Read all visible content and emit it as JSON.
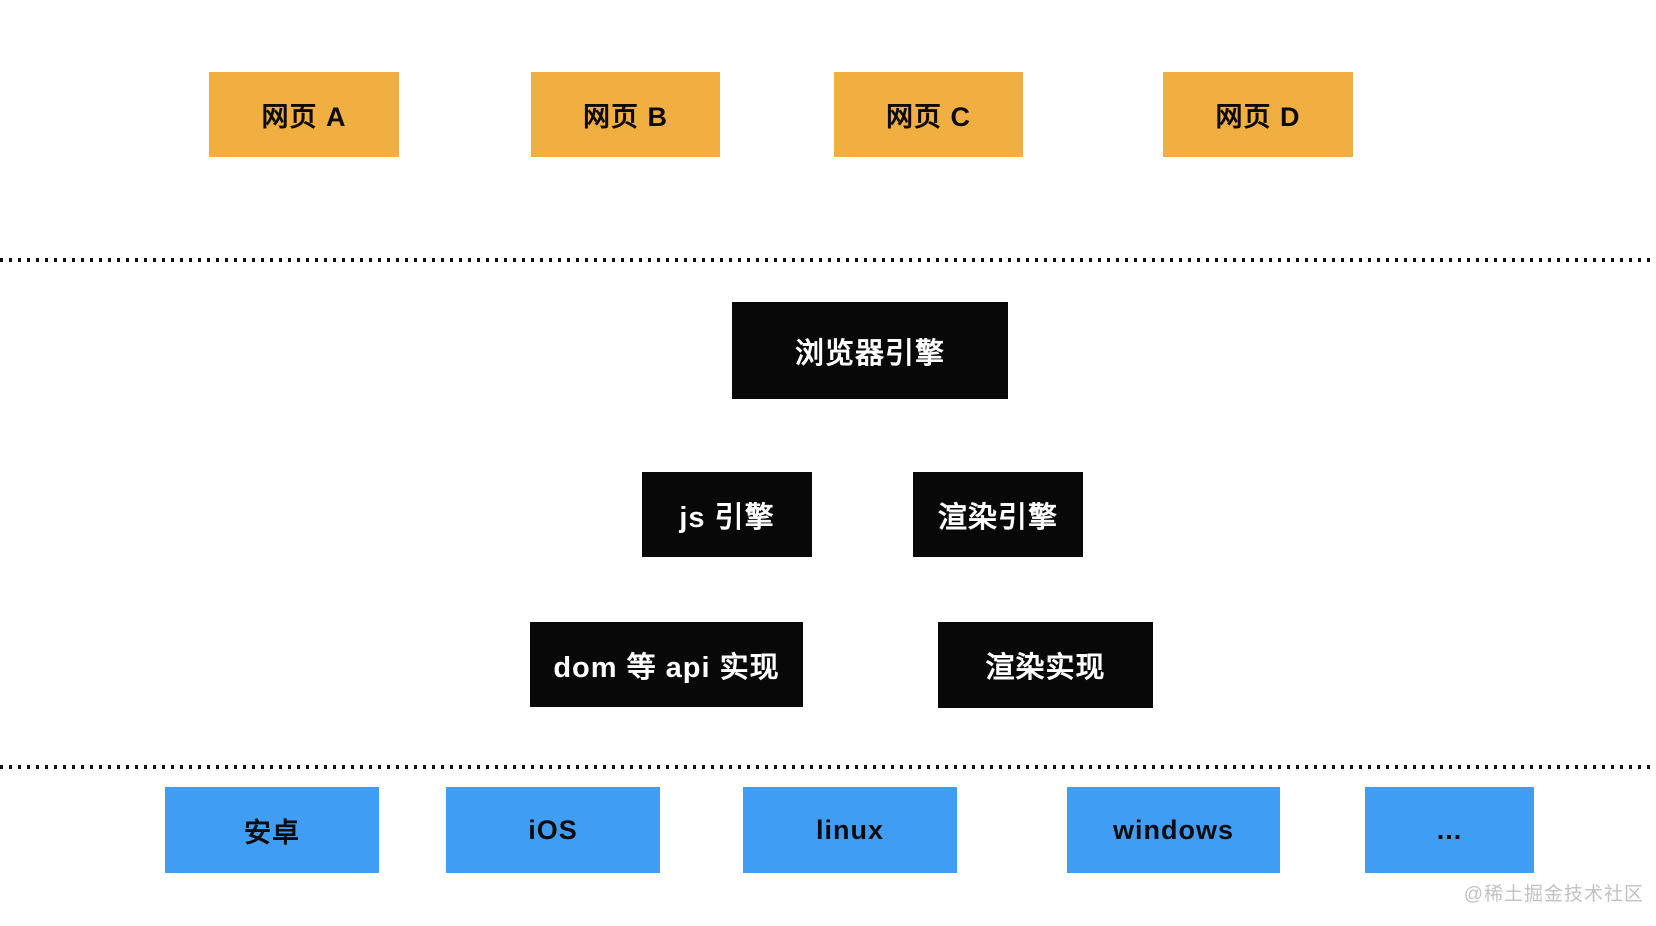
{
  "colors": {
    "background": "#ffffff",
    "webpage_box": "#f1af41",
    "engine_box": "#080808",
    "platform_box": "#3f9ef3",
    "dark_text": "#0b0b0b",
    "light_text": "#ffffff",
    "separator_dots": "#111111",
    "watermark_text": "#c2c2c2"
  },
  "diagram": {
    "webpage_layer": {
      "boxes": [
        {
          "label": "网页 A"
        },
        {
          "label": "网页 B"
        },
        {
          "label": "网页 C"
        },
        {
          "label": "网页 D"
        }
      ]
    },
    "browser_engine_layer": {
      "main": {
        "label": "浏览器引擎"
      },
      "engines": [
        {
          "label": "js 引擎"
        },
        {
          "label": "渲染引擎"
        }
      ],
      "implementations": [
        {
          "label": "dom 等 api 实现"
        },
        {
          "label": "渲染实现"
        }
      ]
    },
    "platform_layer": {
      "boxes": [
        {
          "label": "安卓"
        },
        {
          "label": "iOS"
        },
        {
          "label": "linux"
        },
        {
          "label": "windows"
        },
        {
          "label": "..."
        }
      ]
    }
  },
  "watermark": {
    "label": "@稀土掘金技术社区"
  }
}
